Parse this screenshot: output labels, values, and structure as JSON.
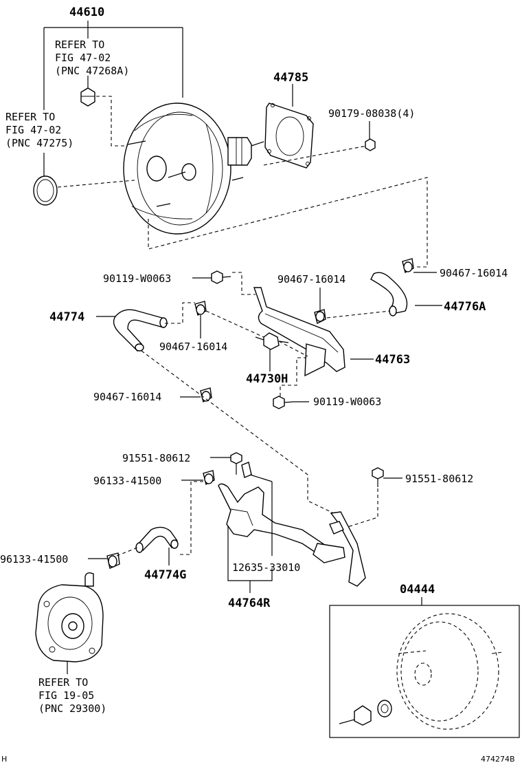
{
  "labels": {
    "p44610": "44610",
    "refer_a_1": "REFER TO",
    "refer_a_2": "FIG 47-02",
    "refer_a_3": "(PNC 47268A)",
    "refer_b_1": "REFER TO",
    "refer_b_2": "FIG 47-02",
    "refer_b_3": "(PNC 47275)",
    "p44785": "44785",
    "p90179": "90179-08038(4)",
    "p90119_top": "90119-W0063",
    "p90467_mid": "90467-16014",
    "p90467_right": "90467-16014",
    "p44776A": "44776A",
    "p44774": "44774",
    "p90467_left": "90467-16014",
    "p44763": "44763",
    "p44730H": "44730H",
    "p90467_low": "90467-16014",
    "p90119_bot": "90119-W0063",
    "p91551_a": "91551-80612",
    "p91551_b": "91551-80612",
    "p96133_a": "96133-41500",
    "p96133_b": "96133-41500",
    "p44774G": "44774G",
    "p12635": "12635-33010",
    "p44764R": "44764R",
    "p04444": "04444",
    "refer_c_1": "REFER TO",
    "refer_c_2": "FIG 19-05",
    "refer_c_3": "(PNC 29300)",
    "corner_left": "H",
    "figure_id": "474274B"
  }
}
